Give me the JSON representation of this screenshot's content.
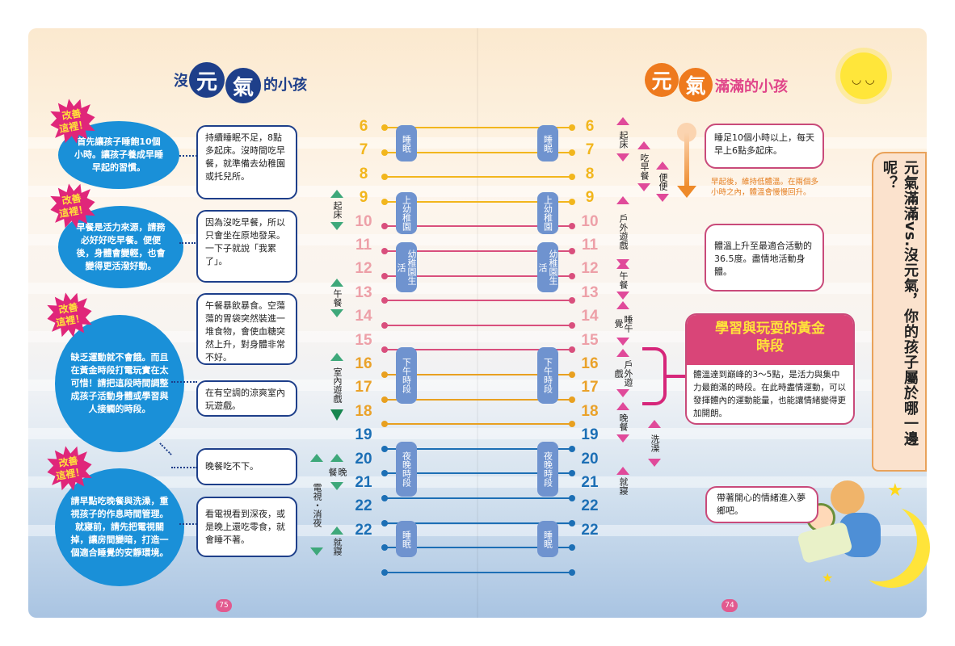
{
  "left_title": {
    "pre": "沒",
    "c1": "元",
    "c2": "氣",
    "post": "的小孩"
  },
  "right_title": {
    "c1": "元",
    "c2": "氣",
    "post": "滿滿的小孩"
  },
  "improve_badge": "改善\n這裡！",
  "bubbles": [
    "首先讓孩子睡飽10個小時。讓孩子養成早睡早起的習慣。",
    "早餐是活力來源，請務必好好吃早餐。便便後，身體會變輕，也會變得更活潑好動。",
    "缺乏運動就不會餓。而且在黃金時段打電玩實在太可惜！請把這段時間調整成孩子活動身體或學習與人接觸的時段。",
    "請早點吃晚餐與洗澡，重視孩子的作息時間管理。就寢前，請先把電視關掉，讓房間變暗，打造一個適合睡覺的安靜環境。"
  ],
  "notes": [
    "持續睡眠不足，8點多起床。沒時間吃早餐，就準備去幼稚園或托兒所。",
    "因為沒吃早餐，所以只會坐在原地發呆。一下子就說「我累了」。",
    "午餐暴飲暴食。空蕩蕩的胃袋突然裝進一堆食物，會使血糖突然上升，對身體非常不好。",
    "在有空調的涼爽室內玩遊戲。",
    "晚餐吃不下。",
    "看電視看到深夜，或是晚上還吃零食，就會睡不著。"
  ],
  "hours": [
    "6",
    "7",
    "8",
    "9",
    "10",
    "11",
    "12",
    "13",
    "14",
    "15",
    "16",
    "17",
    "18",
    "19",
    "20",
    "21",
    "22",
    "22"
  ],
  "periods": [
    "睡眠",
    "上幼稚園",
    "幼稚園生活",
    "下午時段",
    "夜晚時段",
    "睡眠"
  ],
  "left_activities": [
    "起床",
    "午餐",
    "室內遊戲",
    "電視・消夜",
    "晚餐",
    "就寢"
  ],
  "right_activities": [
    "起床",
    "吃早餐",
    "便便",
    "戶外遊戲",
    "午餐",
    "睡午覺",
    "戶外遊戲",
    "晚餐",
    "洗澡",
    "就寢"
  ],
  "right_notes": {
    "wake": "睡足10個小時以上，每天早上6點多起床。",
    "temp_note": "早起後，維持低體溫。在兩個多小時之內，體溫會慢慢回升。",
    "active": "體溫上升至最適合活動的36.5度。盡情地活動身體。",
    "golden_title": "學習與玩耍的黃金時段",
    "golden_body": "體溫達到巔峰的3～5點，是活力與集中力最飽滿的時段。在此時盡情運動，可以發揮體內的運動能量，也能讓情緒變得更加開朗。",
    "dream": "帶著開心的情緒進入夢鄉吧。"
  },
  "side_title": "元氣滿滿vs.沒元氣，你的孩子屬於哪一邊呢？",
  "page_left": "75",
  "page_right": "74",
  "colors": {
    "blue_bubble": "#1a90d8",
    "navy": "#1e3f8a",
    "pink": "#c94a7a",
    "yellow": "#f2b61d",
    "rose": "#d94f7d",
    "orange": "#e8a020",
    "night": "#1c6fb5"
  }
}
